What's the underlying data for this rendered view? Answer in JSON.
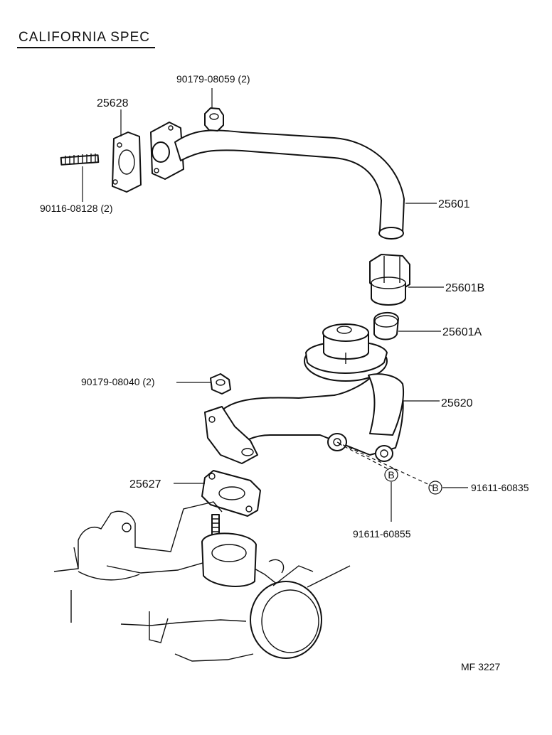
{
  "title": "CALIFORNIA SPEC",
  "footer_code": "MF 3227",
  "callout_letter": "B",
  "labels": {
    "nut_top": "90179-08059 (2)",
    "gasket_upper": "25628",
    "stud": "90116-08128 (2)",
    "pipe": "25601",
    "union_nut": "25601B",
    "ring": "25601A",
    "nut_mid": "90179-08040 (2)",
    "valve": "25620",
    "gasket_lower": "25627",
    "bolt_right": "91611-60835",
    "bolt_bottom": "91611-60855"
  }
}
